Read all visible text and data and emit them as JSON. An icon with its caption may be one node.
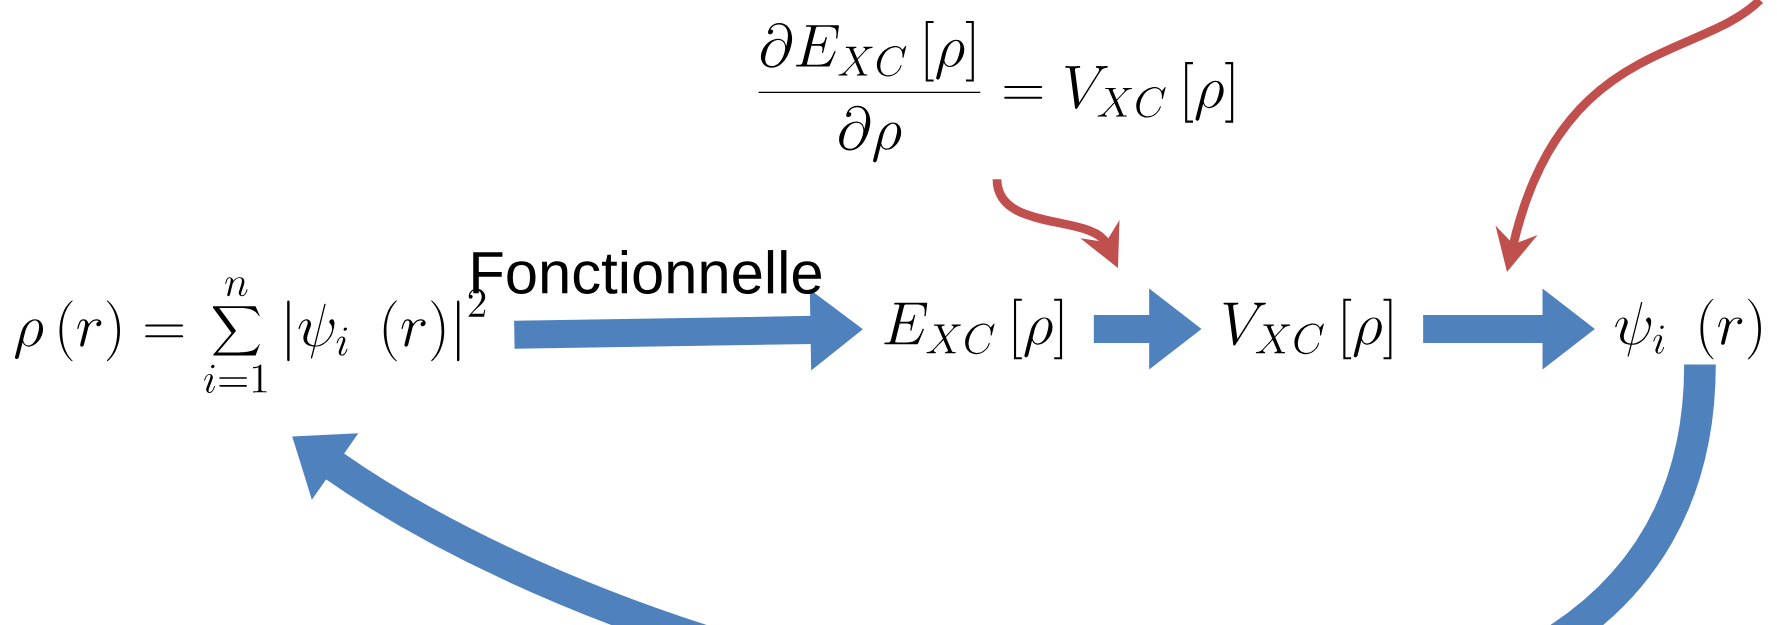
{
  "diagram": {
    "nodes": [
      {
        "text": [
          "\\rho\\left(r\\right)=\\sum_{i=1}^{n}\\left|\\psi_i\\;\\left(r\\right)\\right|^2"
        ]
      },
      {
        "text": [
          "E_{XC}\\left[\\rho\\right]"
        ]
      },
      {
        "text": [
          "V_{XC}\\left[\\rho\\right]"
        ]
      },
      {
        "text": [
          "\\psi_i\\;\\left(r\\right)"
        ]
      },
      {
        "text": [
          "\\frac{\\partial E_{XC}\\left[\\rho\\right]}{\\partial\\rho}=V_{XC}\\left[\\rho\\right]"
        ]
      }
    ],
    "edges": [
      {
        "from": 0,
        "to": 1,
        "arrow": "to",
        "label": "Fonctionnelle"
      },
      {
        "from": 1,
        "to": 2,
        "arrow": "to"
      },
      {
        "from": 2,
        "to": 3,
        "arrow": "to"
      },
      {
        "from": 3,
        "to": 0,
        "arrow": "to"
      },
      {
        "from": 4,
        "to": null,
        "arrow": "to",
        "color": "#c0504d"
      }
    ]
  }
}
